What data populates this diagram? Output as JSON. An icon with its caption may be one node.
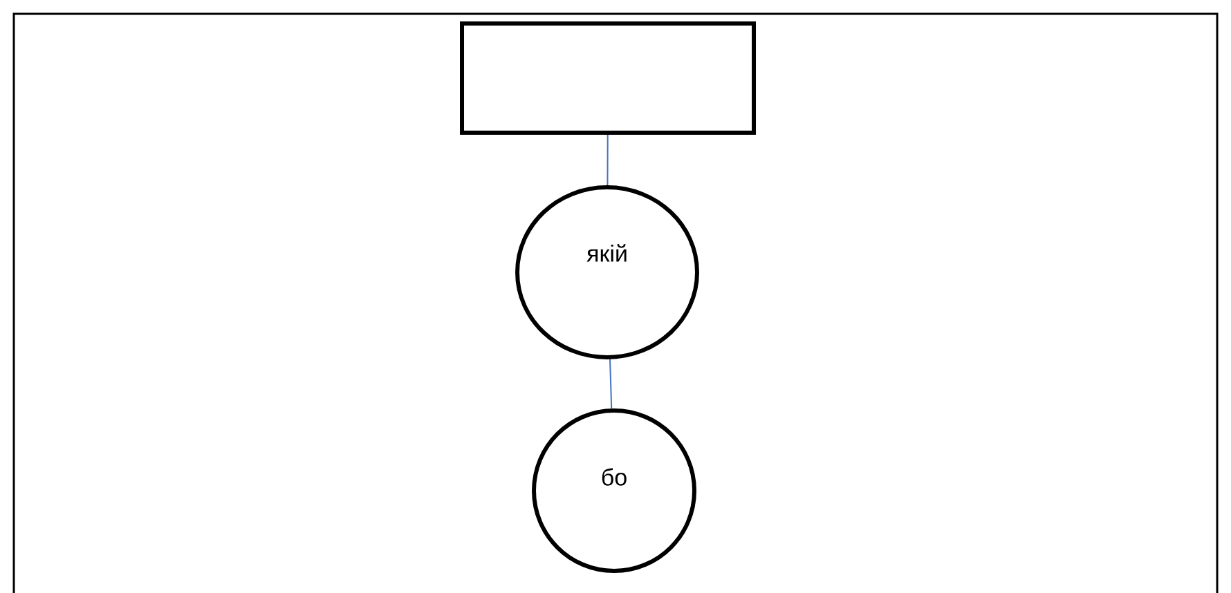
{
  "diagram": {
    "nodes": [
      {
        "text": [],
        "shape": "box"
      },
      {
        "text": [
          "якій"
        ]
      },
      {
        "text": [
          "бо"
        ]
      }
    ],
    "edges": [
      {
        "from": 0,
        "to": 1,
        "arrow": "none"
      },
      {
        "from": 1,
        "to": 2,
        "arrow": "none"
      }
    ]
  }
}
